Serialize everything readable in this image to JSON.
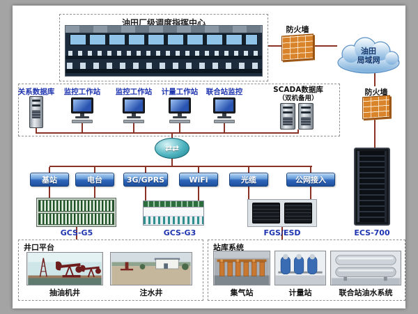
{
  "colors": {
    "connector": "#8a3226",
    "label_blue": "#1f35b0",
    "button_blue": "#2f66ba",
    "firewall_orange": "#d9832a"
  },
  "icons": {
    "router_arrows": "⇄⇄"
  },
  "control_center": {
    "title": "油田厂级调度指挥中心"
  },
  "firewall_top": {
    "label": "防火墙"
  },
  "firewall_right": {
    "label": "防火墙"
  },
  "cloud": {
    "line1": "油田",
    "line2": "局域网"
  },
  "workstations": [
    {
      "label": "关系数据库"
    },
    {
      "label": "监控工作站"
    },
    {
      "label": "监控工作站"
    },
    {
      "label": "计量工作站"
    },
    {
      "label": "联合站监控"
    }
  ],
  "scada": {
    "line1": "SCADA数据库",
    "line2": "（双机备用）"
  },
  "links": [
    {
      "label": "基站"
    },
    {
      "label": "电台"
    },
    {
      "label": "3G/GPRS"
    },
    {
      "label": "WiFi"
    },
    {
      "label": "光缆"
    },
    {
      "label": "公网接入"
    }
  ],
  "devices": [
    {
      "label": "GCS-G5"
    },
    {
      "label": "GCS-G3"
    },
    {
      "label": "FGS/ESD"
    },
    {
      "label": "ECS-700"
    }
  ],
  "wellhead_box": {
    "title": "井口平台",
    "items": [
      {
        "label": "抽油机井"
      },
      {
        "label": "注水井"
      }
    ]
  },
  "station_box": {
    "title": "站库系统",
    "items": [
      {
        "label": "集气站"
      },
      {
        "label": "计量站"
      },
      {
        "label": "联合站油水系统"
      }
    ]
  }
}
